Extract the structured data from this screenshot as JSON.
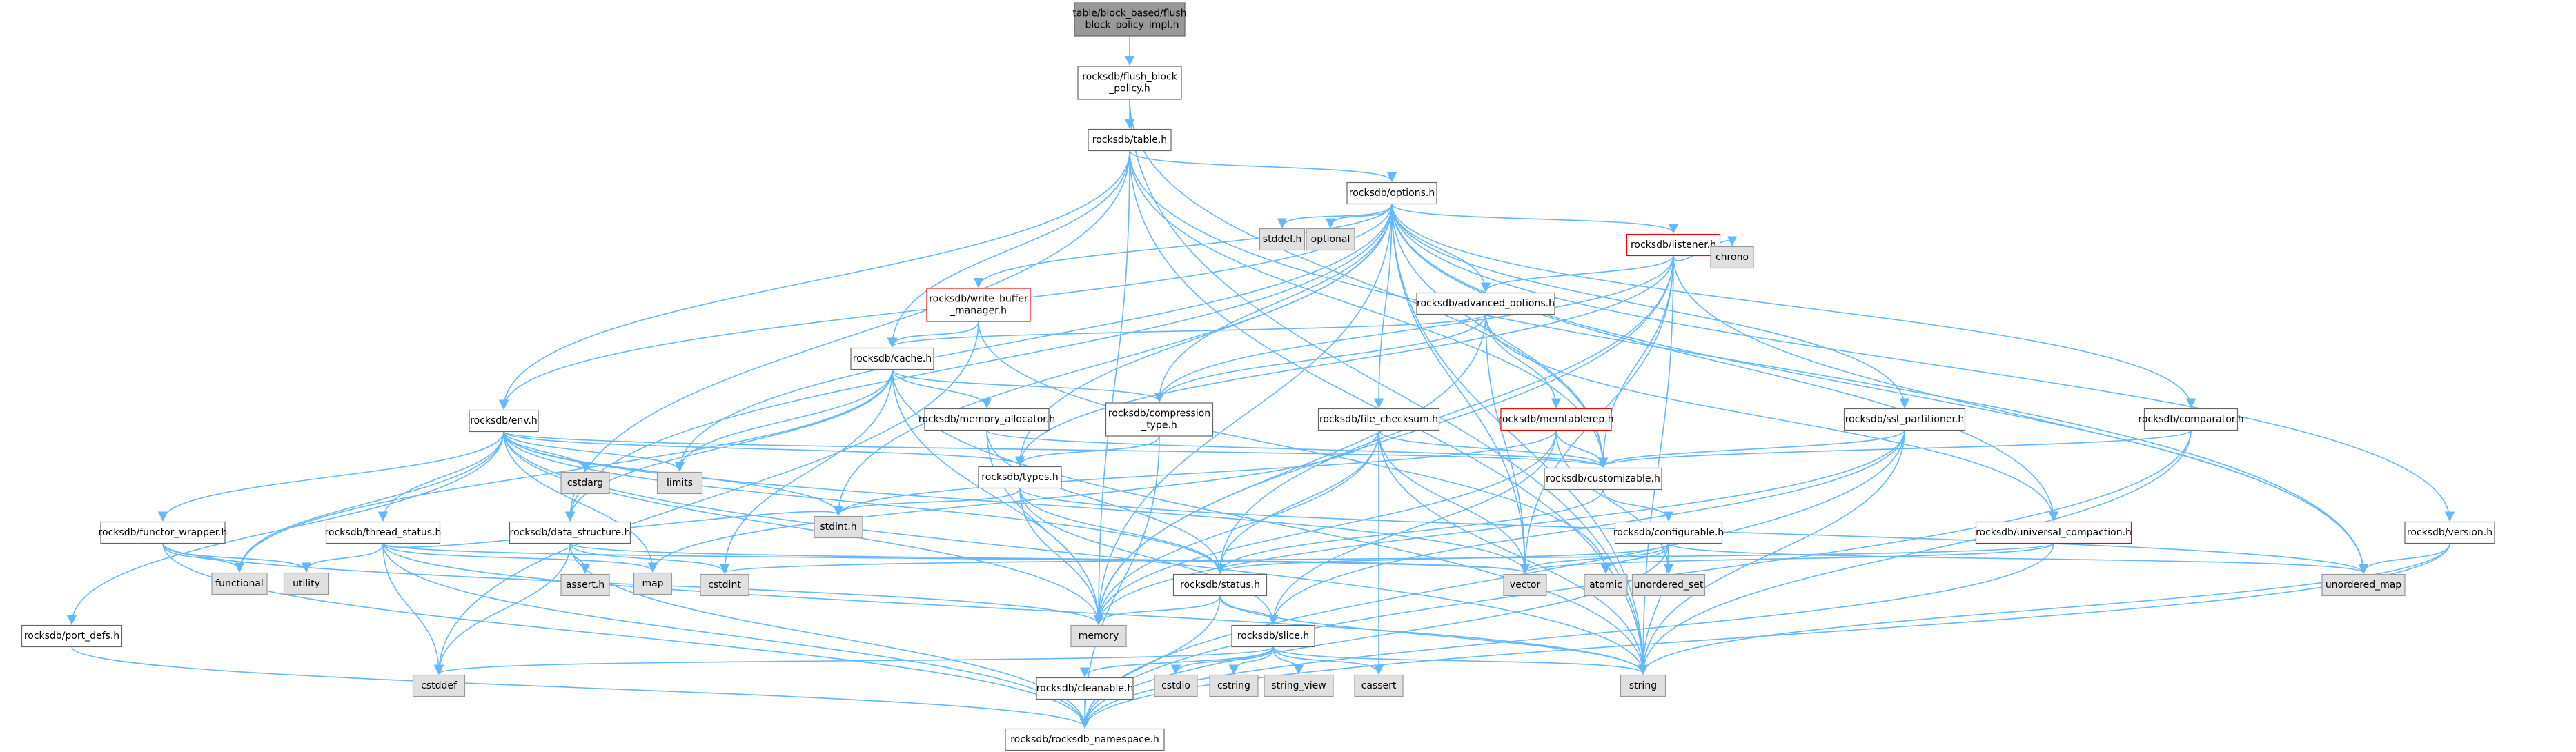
{
  "colors": {
    "edge": "#63b8ff",
    "root_fill": "#999999",
    "file_fill": "#ffffff",
    "file_border": "#666666",
    "system_fill": "#e0e0e0",
    "system_border": "#999999",
    "truncated_border": "#ff0000"
  },
  "nodes": [
    {
      "id": "root",
      "lines": [
        "table/block_based/flush",
        "_block_policy_impl.h"
      ],
      "kind": "root"
    },
    {
      "id": "flush_block_policy",
      "lines": [
        "rocksdb/flush_block",
        "_policy.h"
      ],
      "kind": "file"
    },
    {
      "id": "table",
      "lines": [
        "rocksdb/table.h"
      ],
      "kind": "file"
    },
    {
      "id": "options",
      "lines": [
        "rocksdb/options.h"
      ],
      "kind": "file"
    },
    {
      "id": "stddef_h",
      "lines": [
        "stddef.h"
      ],
      "kind": "system"
    },
    {
      "id": "optional",
      "lines": [
        "optional"
      ],
      "kind": "system"
    },
    {
      "id": "listener",
      "lines": [
        "rocksdb/listener.h"
      ],
      "kind": "truncated"
    },
    {
      "id": "chrono",
      "lines": [
        "chrono"
      ],
      "kind": "system"
    },
    {
      "id": "write_buffer_manager",
      "lines": [
        "rocksdb/write_buffer",
        "_manager.h"
      ],
      "kind": "truncated"
    },
    {
      "id": "advanced_options",
      "lines": [
        "rocksdb/advanced_options.h"
      ],
      "kind": "file"
    },
    {
      "id": "cache",
      "lines": [
        "rocksdb/cache.h"
      ],
      "kind": "file"
    },
    {
      "id": "memory_allocator",
      "lines": [
        "rocksdb/memory_allocator.h"
      ],
      "kind": "file"
    },
    {
      "id": "compression_type",
      "lines": [
        "rocksdb/compression",
        "_type.h"
      ],
      "kind": "file"
    },
    {
      "id": "file_checksum",
      "lines": [
        "rocksdb/file_checksum.h"
      ],
      "kind": "file"
    },
    {
      "id": "memtablerep",
      "lines": [
        "rocksdb/memtablerep.h"
      ],
      "kind": "truncated"
    },
    {
      "id": "sst_partitioner",
      "lines": [
        "rocksdb/sst_partitioner.h"
      ],
      "kind": "file"
    },
    {
      "id": "comparator",
      "lines": [
        "rocksdb/comparator.h"
      ],
      "kind": "file"
    },
    {
      "id": "env",
      "lines": [
        "rocksdb/env.h"
      ],
      "kind": "file"
    },
    {
      "id": "cstdarg",
      "lines": [
        "cstdarg"
      ],
      "kind": "system"
    },
    {
      "id": "limits",
      "lines": [
        "limits"
      ],
      "kind": "system"
    },
    {
      "id": "types",
      "lines": [
        "rocksdb/types.h"
      ],
      "kind": "file"
    },
    {
      "id": "customizable",
      "lines": [
        "rocksdb/customizable.h"
      ],
      "kind": "file"
    },
    {
      "id": "stdint",
      "lines": [
        "stdint.h"
      ],
      "kind": "system"
    },
    {
      "id": "functor_wrapper",
      "lines": [
        "rocksdb/functor_wrapper.h"
      ],
      "kind": "file"
    },
    {
      "id": "thread_status",
      "lines": [
        "rocksdb/thread_status.h"
      ],
      "kind": "file"
    },
    {
      "id": "data_structure",
      "lines": [
        "rocksdb/data_structure.h"
      ],
      "kind": "file"
    },
    {
      "id": "configurable",
      "lines": [
        "rocksdb/configurable.h"
      ],
      "kind": "file"
    },
    {
      "id": "universal_compaction",
      "lines": [
        "rocksdb/universal_compaction.h"
      ],
      "kind": "truncated"
    },
    {
      "id": "version",
      "lines": [
        "rocksdb/version.h"
      ],
      "kind": "file"
    },
    {
      "id": "functional",
      "lines": [
        "functional"
      ],
      "kind": "system"
    },
    {
      "id": "utility",
      "lines": [
        "utility"
      ],
      "kind": "system"
    },
    {
      "id": "map",
      "lines": [
        "map"
      ],
      "kind": "system"
    },
    {
      "id": "assert_h",
      "lines": [
        "assert.h"
      ],
      "kind": "system"
    },
    {
      "id": "cstdint",
      "lines": [
        "cstdint"
      ],
      "kind": "system"
    },
    {
      "id": "vector",
      "lines": [
        "vector"
      ],
      "kind": "system"
    },
    {
      "id": "atomic",
      "lines": [
        "atomic"
      ],
      "kind": "system"
    },
    {
      "id": "unordered_set",
      "lines": [
        "unordered_set"
      ],
      "kind": "system"
    },
    {
      "id": "unordered_map",
      "lines": [
        "unordered_map"
      ],
      "kind": "system"
    },
    {
      "id": "status",
      "lines": [
        "rocksdb/status.h"
      ],
      "kind": "file"
    },
    {
      "id": "memory",
      "lines": [
        "memory"
      ],
      "kind": "system"
    },
    {
      "id": "port_defs",
      "lines": [
        "rocksdb/port_defs.h"
      ],
      "kind": "file"
    },
    {
      "id": "slice",
      "lines": [
        "rocksdb/slice.h"
      ],
      "kind": "file"
    },
    {
      "id": "cstddef",
      "lines": [
        "cstddef"
      ],
      "kind": "system"
    },
    {
      "id": "cstdio",
      "lines": [
        "cstdio"
      ],
      "kind": "system"
    },
    {
      "id": "cstring",
      "lines": [
        "cstring"
      ],
      "kind": "system"
    },
    {
      "id": "string_view",
      "lines": [
        "string_view"
      ],
      "kind": "system"
    },
    {
      "id": "cassert",
      "lines": [
        "cassert"
      ],
      "kind": "system"
    },
    {
      "id": "string",
      "lines": [
        "string"
      ],
      "kind": "system"
    },
    {
      "id": "cleanable",
      "lines": [
        "rocksdb/cleanable.h"
      ],
      "kind": "file"
    },
    {
      "id": "rocksdb_namespace",
      "lines": [
        "rocksdb/rocksdb_namespace.h"
      ],
      "kind": "file"
    }
  ],
  "edges": [
    [
      "root",
      "flush_block_policy"
    ],
    [
      "flush_block_policy",
      "table"
    ],
    [
      "flush_block_policy",
      "customizable"
    ],
    [
      "flush_block_policy",
      "string"
    ],
    [
      "table",
      "options"
    ],
    [
      "table",
      "cache"
    ],
    [
      "table",
      "env"
    ],
    [
      "table",
      "customizable"
    ],
    [
      "table",
      "data_structure"
    ],
    [
      "table",
      "memory"
    ],
    [
      "table",
      "string"
    ],
    [
      "table",
      "unordered_map"
    ],
    [
      "options",
      "stddef_h"
    ],
    [
      "options",
      "optional"
    ],
    [
      "options",
      "listener"
    ],
    [
      "options",
      "write_buffer_manager"
    ],
    [
      "options",
      "advanced_options"
    ],
    [
      "options",
      "compression_type"
    ],
    [
      "options",
      "file_checksum"
    ],
    [
      "options",
      "sst_partitioner"
    ],
    [
      "options",
      "comparator"
    ],
    [
      "options",
      "version"
    ],
    [
      "options",
      "env"
    ],
    [
      "options",
      "limits"
    ],
    [
      "options",
      "types"
    ],
    [
      "options",
      "customizable"
    ],
    [
      "options",
      "data_structure"
    ],
    [
      "options",
      "universal_compaction"
    ],
    [
      "options",
      "stdint"
    ],
    [
      "options",
      "memory"
    ],
    [
      "options",
      "string"
    ],
    [
      "options",
      "vector"
    ],
    [
      "options",
      "unordered_map"
    ],
    [
      "listener",
      "chrono"
    ],
    [
      "listener",
      "advanced_options"
    ],
    [
      "listener",
      "compression_type"
    ],
    [
      "listener",
      "customizable"
    ],
    [
      "listener",
      "types"
    ],
    [
      "listener",
      "status"
    ],
    [
      "listener",
      "memory"
    ],
    [
      "listener",
      "string"
    ],
    [
      "listener",
      "vector"
    ],
    [
      "listener",
      "unordered_map"
    ],
    [
      "write_buffer_manager",
      "cache"
    ],
    [
      "write_buffer_manager",
      "atomic"
    ],
    [
      "write_buffer_manager",
      "cstddef"
    ],
    [
      "advanced_options",
      "cache"
    ],
    [
      "advanced_options",
      "memtablerep"
    ],
    [
      "advanced_options",
      "compression_type"
    ],
    [
      "advanced_options",
      "universal_compaction"
    ],
    [
      "advanced_options",
      "memory"
    ],
    [
      "advanced_options",
      "vector"
    ],
    [
      "cache",
      "memory_allocator"
    ],
    [
      "cache",
      "compression_type"
    ],
    [
      "cache",
      "data_structure"
    ],
    [
      "cache",
      "limits"
    ],
    [
      "cache",
      "cstdint"
    ],
    [
      "cache",
      "memory"
    ],
    [
      "cache",
      "string"
    ],
    [
      "cache",
      "functional"
    ],
    [
      "memory_allocator",
      "customizable"
    ],
    [
      "memory_allocator",
      "status"
    ],
    [
      "memory_allocator",
      "memory"
    ],
    [
      "compression_type",
      "types"
    ],
    [
      "compression_type",
      "rocksdb_namespace"
    ],
    [
      "file_checksum",
      "customizable"
    ],
    [
      "file_checksum",
      "status"
    ],
    [
      "file_checksum",
      "cassert"
    ],
    [
      "file_checksum",
      "map"
    ],
    [
      "file_checksum",
      "memory"
    ],
    [
      "file_checksum",
      "string"
    ],
    [
      "file_checksum",
      "vector"
    ],
    [
      "memtablerep",
      "customizable"
    ],
    [
      "memtablerep",
      "slice"
    ],
    [
      "memtablerep",
      "stdint"
    ],
    [
      "memtablerep",
      "memory"
    ],
    [
      "memtablerep",
      "unordered_set"
    ],
    [
      "sst_partitioner",
      "customizable"
    ],
    [
      "sst_partitioner",
      "slice"
    ],
    [
      "sst_partitioner",
      "memory"
    ],
    [
      "sst_partitioner",
      "string"
    ],
    [
      "sst_partitioner",
      "rocksdb_namespace"
    ],
    [
      "comparator",
      "customizable"
    ],
    [
      "comparator",
      "string"
    ],
    [
      "comparator",
      "rocksdb_namespace"
    ],
    [
      "env",
      "cstdarg"
    ],
    [
      "env",
      "limits"
    ],
    [
      "env",
      "types"
    ],
    [
      "env",
      "customizable"
    ],
    [
      "env",
      "stdint"
    ],
    [
      "env",
      "functor_wrapper"
    ],
    [
      "env",
      "thread_status"
    ],
    [
      "env",
      "port_defs"
    ],
    [
      "env",
      "status"
    ],
    [
      "env",
      "functional"
    ],
    [
      "env",
      "memory"
    ],
    [
      "env",
      "string"
    ],
    [
      "env",
      "vector"
    ],
    [
      "env",
      "map"
    ],
    [
      "types",
      "stdint"
    ],
    [
      "types",
      "slice"
    ],
    [
      "types",
      "status"
    ],
    [
      "types",
      "memory"
    ],
    [
      "types",
      "unordered_map"
    ],
    [
      "customizable",
      "configurable"
    ],
    [
      "customizable",
      "status"
    ],
    [
      "functor_wrapper",
      "functional"
    ],
    [
      "functor_wrapper",
      "utility"
    ],
    [
      "functor_wrapper",
      "memory"
    ],
    [
      "functor_wrapper",
      "rocksdb_namespace"
    ],
    [
      "thread_status",
      "cstddef"
    ],
    [
      "thread_status",
      "stdint"
    ],
    [
      "thread_status",
      "utility"
    ],
    [
      "thread_status",
      "map"
    ],
    [
      "thread_status",
      "string"
    ],
    [
      "thread_status",
      "vector"
    ],
    [
      "thread_status",
      "rocksdb_namespace"
    ],
    [
      "data_structure",
      "assert_h"
    ],
    [
      "data_structure",
      "cstddef"
    ],
    [
      "data_structure",
      "cstdint"
    ],
    [
      "data_structure",
      "vector"
    ],
    [
      "data_structure",
      "rocksdb_namespace"
    ],
    [
      "configurable",
      "atomic"
    ],
    [
      "configurable",
      "string"
    ],
    [
      "configurable",
      "unordered_map"
    ],
    [
      "configurable",
      "unordered_set"
    ],
    [
      "configurable",
      "vector"
    ],
    [
      "configurable",
      "status"
    ],
    [
      "configurable",
      "rocksdb_namespace"
    ],
    [
      "universal_compaction",
      "cstdint"
    ],
    [
      "universal_compaction",
      "vector"
    ],
    [
      "universal_compaction",
      "rocksdb_namespace"
    ],
    [
      "version",
      "string"
    ],
    [
      "version",
      "unordered_map"
    ],
    [
      "version",
      "rocksdb_namespace"
    ],
    [
      "status",
      "memory"
    ],
    [
      "status",
      "string"
    ],
    [
      "status",
      "slice"
    ],
    [
      "status",
      "rocksdb_namespace"
    ],
    [
      "port_defs",
      "rocksdb_namespace"
    ],
    [
      "slice",
      "cassert"
    ],
    [
      "slice",
      "cstddef"
    ],
    [
      "slice",
      "cstdio"
    ],
    [
      "slice",
      "cstring"
    ],
    [
      "slice",
      "string"
    ],
    [
      "slice",
      "string_view"
    ],
    [
      "slice",
      "cleanable"
    ],
    [
      "cleanable",
      "rocksdb_namespace"
    ]
  ]
}
